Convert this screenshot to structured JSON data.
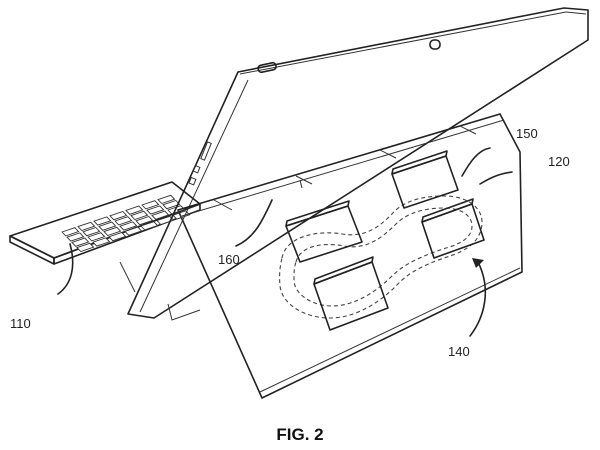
{
  "figure": {
    "caption": "FIG. 2",
    "labels": {
      "keyboard": "110",
      "kickstand": "120",
      "heat_spreader": "140",
      "thermal_path": "150",
      "hinge": "160"
    }
  }
}
